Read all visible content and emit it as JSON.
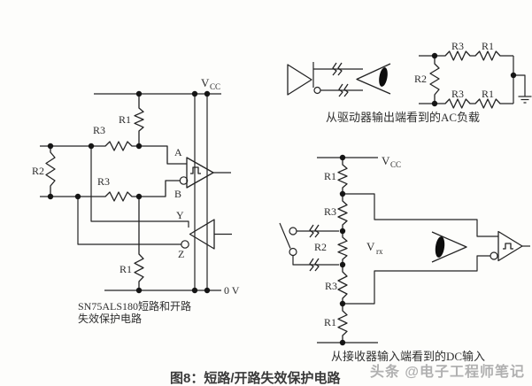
{
  "colors": {
    "line": "#232323",
    "label_text": "#2b2b2b",
    "figure_caption_text": "#3a3a3a",
    "watermark_text": "#b0b0b0",
    "background": "#fdfdfb"
  },
  "figure": {
    "caption": "图8：短路/开路失效保护电路",
    "watermark": "头条 @电子工程师笔记"
  },
  "left_circuit": {
    "caption_line1": "SN75ALS180短路和开路",
    "caption_line2": "失效保护电路",
    "labels": {
      "vcc": "V",
      "vcc_sub": "CC",
      "r1_top": "R1",
      "r3_upper": "R3",
      "r2": "R2",
      "r3_lower": "R3",
      "r1_bottom": "R1",
      "input_a": "A",
      "input_b": "B",
      "output_y": "Y",
      "output_z": "Z",
      "ground": "0 V"
    }
  },
  "ac_load_circuit": {
    "caption": "从驱动器输出端看到的AC负载",
    "labels": {
      "r3_top": "R3",
      "r1_top": "R1",
      "r2": "R2",
      "r3_bottom": "R3",
      "r1_bottom": "R1"
    }
  },
  "dc_input_circuit": {
    "caption": "从接收器输入端看到的DC输入",
    "labels": {
      "vcc": "V",
      "vcc_sub": "CC",
      "r1_top": "R1",
      "r3_upper": "R3",
      "r2": "R2",
      "vrx": "V",
      "vrx_sub": "rx",
      "r3_lower": "R3",
      "r1_bottom": "R1"
    }
  }
}
